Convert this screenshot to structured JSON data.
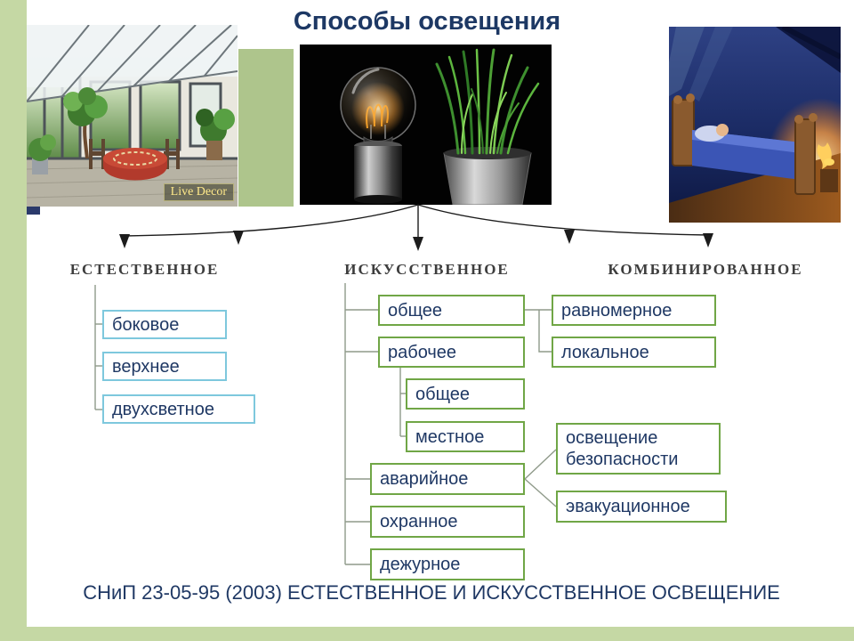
{
  "slide": {
    "title": "Способы освещения",
    "footer": "СНиП 23-05-95 (2003) ЕСТЕСТВЕННОЕ И ИСКУССТВЕННОЕ ОСВЕЩЕНИЕ",
    "colors": {
      "title_text": "#1d3864",
      "box_text": "#1f3864",
      "natural_box_border": "#7ec8dd",
      "artificial_box_border": "#70a646",
      "side_bar_green": "#c5d8a4",
      "photo_divider_green": "#aec58c",
      "heading_text": "#3d3d3d"
    }
  },
  "photos": {
    "conservatory_watermark": "Live Decor"
  },
  "tree": {
    "natural": {
      "heading": "ЕСТЕСТВЕННОЕ",
      "items": [
        "боковое",
        "верхнее",
        "двухсветное"
      ]
    },
    "artificial": {
      "heading": "ИСКУССТВЕННОЕ",
      "general": "общее",
      "working": "рабочее",
      "working_children": [
        "общее",
        "местное"
      ],
      "emergency": "аварийное",
      "guard": "охранное",
      "duty": "дежурное"
    },
    "combined": {
      "heading": "КОМБИНИРОВАННОЕ",
      "uniform": "равномерное",
      "localized": "локальное",
      "safety": "освещение безопасности",
      "evacuation": "эвакуационное"
    }
  }
}
